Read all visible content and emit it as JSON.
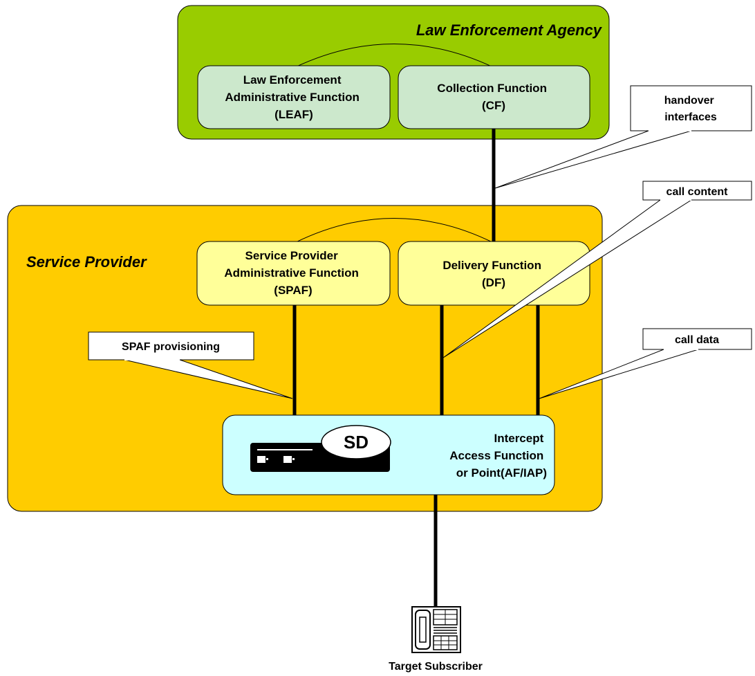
{
  "lea": {
    "title": "Law Enforcement Agency",
    "leaf": [
      "Law Enforcement",
      "Administrative Function",
      "(LEAF)"
    ],
    "cf": [
      "Collection Function",
      "(CF)"
    ]
  },
  "sp": {
    "title": "Service Provider",
    "spaf": [
      "Service Provider",
      "Administrative Function",
      "(SPAF)"
    ],
    "df": [
      "Delivery Function",
      "(DF)"
    ],
    "iap": [
      "Intercept",
      "Access Function",
      "or Point(AF/IAP)"
    ],
    "sd_label": "SD"
  },
  "callouts": {
    "handover": [
      "handover",
      "interfaces"
    ],
    "call_content": "call content",
    "call_data": "call data",
    "spaf_provisioning": "SPAF provisioning"
  },
  "target": {
    "label": "Target Subscriber"
  },
  "colors": {
    "lea_fill": "#99cc00",
    "lea_inner": "#cce8cc",
    "sp_fill": "#ffcc00",
    "sp_inner": "#ffff99",
    "iap_fill": "#ccffff",
    "line": "#000000"
  }
}
